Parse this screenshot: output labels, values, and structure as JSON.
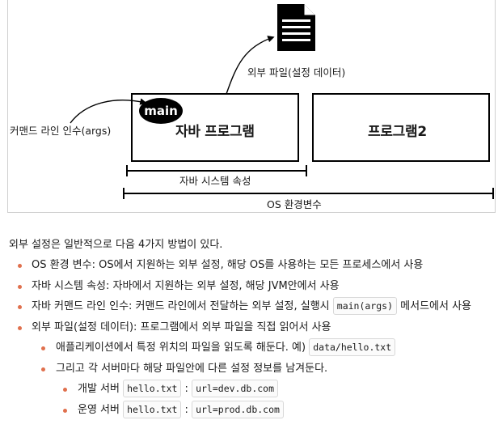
{
  "diagram": {
    "doc_label": "외부 파일(설정 데이터)",
    "args_label": "커맨드 라인 인수(args)",
    "main_label": "main",
    "java_program": "자바 프로그램",
    "program2": "프로그램2",
    "system_props": "자바 시스템 속성",
    "os_env": "OS 환경변수"
  },
  "content": {
    "intro": "외부 설정은 일반적으로 다음 4가지 방법이 있다.",
    "items": [
      {
        "text": "OS 환경 변수: OS에서 지원하는 외부 설정, 해당 OS를 사용하는 모든 프로세스에서 사용"
      },
      {
        "text": "자바 시스템 속성: 자바에서 지원하는 외부 설정, 해당 JVM안에서 사용"
      },
      {
        "text_before": "자바 커맨드 라인 인수: 커맨드 라인에서 전달하는 외부 설정, 실행시 ",
        "code": "main(args)",
        "text_after": " 메서드에서 사용"
      },
      {
        "text": "외부 파일(설정 데이터): 프로그램에서 외부 파일을 직접 읽어서 사용"
      }
    ],
    "sub_items": [
      {
        "text_before": "애플리케이션에서 특정 위치의 파일을 읽도록 해둔다. 예) ",
        "code": "data/hello.txt"
      },
      {
        "text": "그리고 각 서버마다 해당 파일안에 다른 설정 정보를 남겨둔다."
      }
    ],
    "sub_sub_items": [
      {
        "text": "개발 서버 ",
        "code1": "hello.txt",
        "sep": " : ",
        "code2": "url=dev.db.com"
      },
      {
        "text": "운영 서버 ",
        "code1": "hello.txt",
        "sep": " : ",
        "code2": "url=prod.db.com"
      }
    ]
  }
}
